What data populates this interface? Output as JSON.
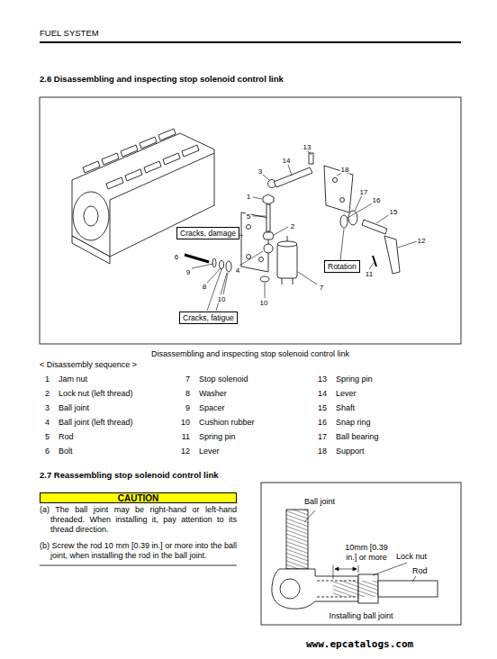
{
  "diagram": {
    "title": "2.6 Disassembling and inspecting stop solenoid control link",
    "caption": "Disassembling and inspecting stop solenoid control link",
    "nodes": [
      {
        "text": [
          "Cracks, damage"
        ]
      },
      {
        "text": [
          "Rotation"
        ]
      },
      {
        "text": [
          "Cracks, fatigue"
        ]
      },
      {
        "text": [
          "CAUTION"
        ]
      }
    ],
    "labels": [
      "FUEL SYSTEM",
      "13",
      "3",
      "14",
      "18",
      "1",
      "5",
      "17",
      "16",
      "2",
      "15",
      "12",
      "6",
      "9",
      "8",
      "4",
      "7",
      "11",
      "10",
      "10",
      "< Disassembly sequence >",
      "1",
      "Jam nut",
      "2",
      "Lock nut (left thread)",
      "3",
      "Ball joint",
      "4",
      "Ball joint (left thread)",
      "5",
      "Rod",
      "6",
      "Bolt",
      "7",
      "Stop solenoid",
      "8",
      "Washer",
      "9",
      "Spacer",
      "10",
      "Cushion rubber",
      "11",
      "Spring pin",
      "12",
      "Lever",
      "13",
      "Spring pin",
      "14",
      "Lever",
      "15",
      "Shaft",
      "16",
      "Snap ring",
      "17",
      "Ball bearing",
      "18",
      "Support",
      "2.7 Reassembling stop solenoid control link",
      "(a) The ball joint may be right-hand or left-hand threaded. When installing it, pay attention to its thread direction.",
      "(b) Screw the rod 10 mm [0.39 in.] or more into the ball joint, when installing the rod in the ball joint.",
      "Ball joint",
      "10mm [0.39 in.] or more",
      "Lock nut",
      "Rod",
      "Installing ball joint",
      "www.epcatalogs.com"
    ]
  }
}
